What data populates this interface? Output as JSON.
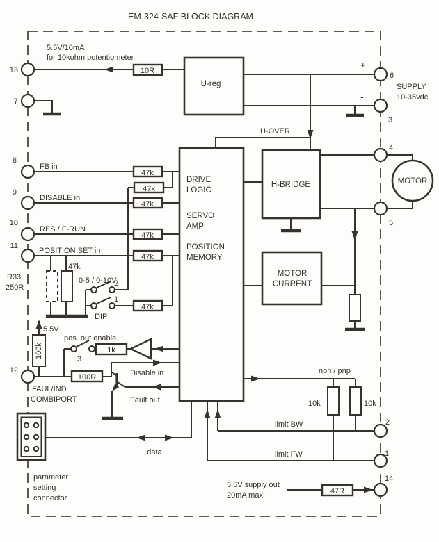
{
  "title": "EM-324-SAF  BLOCK DIAGRAM",
  "colors": {
    "ink": "#35302c",
    "background": "#fdfdfb"
  },
  "pins": {
    "p13": "13",
    "p7": "7",
    "p8": "8",
    "p9": "9",
    "p10": "10",
    "p11": "11",
    "p12": "12",
    "p6": "6",
    "p3": "3",
    "p4": "4",
    "p5": "5",
    "p2": "2",
    "p1": "1",
    "p14": "14"
  },
  "blocks": {
    "u_reg": "U-reg",
    "h_bridge": "H-BRIDGE",
    "motor": "MOTOR",
    "motor_current_1": "MOTOR",
    "motor_current_2": "CURRENT",
    "main_1": "DRIVE",
    "main_2": "LOGIC",
    "main_3": "SERVO",
    "main_4": "AMP",
    "main_5": "POSITION",
    "main_6": "MEMORY"
  },
  "components": {
    "r_10r": "10R",
    "r_47k": "47k",
    "r_47k_pot": "47k",
    "r33_name": "R33",
    "r33_value": "250R",
    "r_100k": "100k",
    "r_1k": "1k",
    "r_100r": "100R",
    "r_10k_left": "10k",
    "r_10k_right": "10k",
    "r_47r": "47R",
    "sw1": "1",
    "sw2": "2",
    "sw3": "3",
    "dip": "DIP"
  },
  "labels": {
    "pot_supply_1": "5.5V/10mA",
    "pot_supply_2": "for 10kohm potentiometer",
    "plus": "+",
    "minus": "-",
    "supply_1": "SUPPLY",
    "supply_2": "10-35vdc",
    "u_over": "U-OVER",
    "fb_in": "FB in",
    "disable_in": "DISABLE in",
    "res_f_run": "RES./ F-RUN",
    "position_set_in": "POSITION SET in",
    "range": "0-5 / 0-10V",
    "v55": "5.5V",
    "pos_out_enable": "pos. out enable",
    "disable_in_2": "Disable in",
    "fault_out": "Fault out",
    "faul_ind": "FAUL/IND",
    "combiport": "COMBIPORT",
    "data": "data",
    "param_1": "parameter",
    "param_2": "setting",
    "param_3": "connector",
    "npn_pnp": "npn / pnp",
    "limit_bw": "limit BW",
    "limit_fw": "limit FW",
    "supply_out_1": "5.5V supply out",
    "supply_out_2": "20mA max"
  }
}
